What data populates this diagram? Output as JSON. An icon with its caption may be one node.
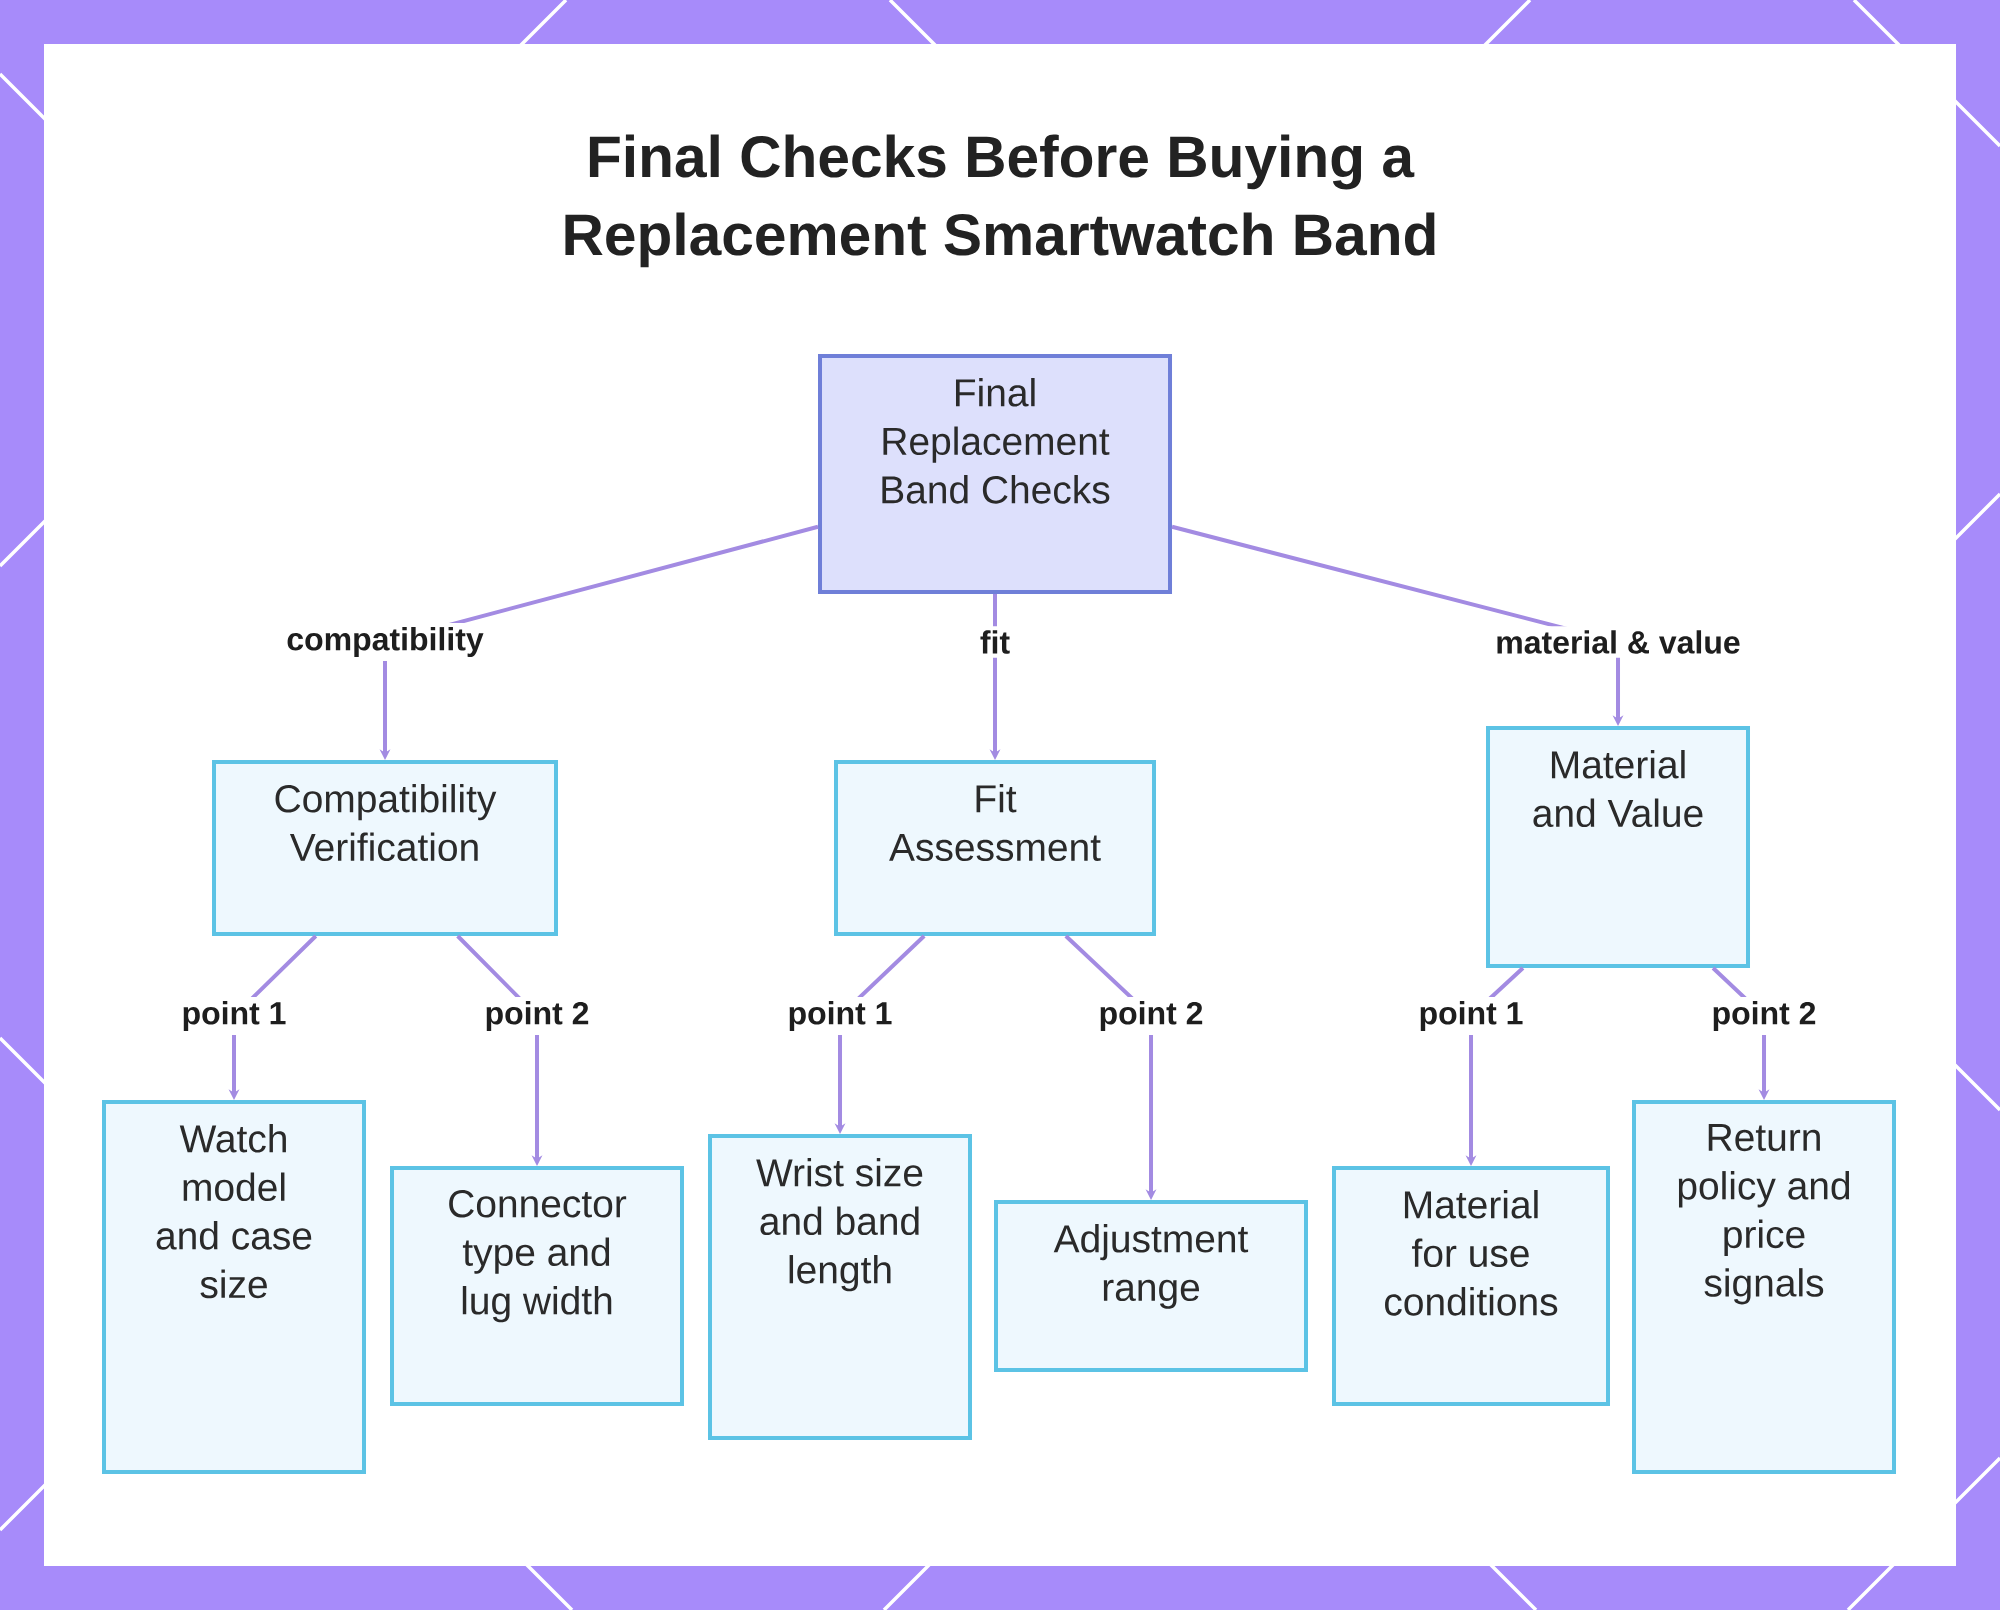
{
  "diagram": {
    "title": "Final Checks Before Buying a Replacement Smartwatch Band",
    "nodes": [
      {
        "text": [
          "Final Replacement Band Checks"
        ]
      },
      {
        "text": [
          "Compatibility Verification"
        ]
      },
      {
        "text": [
          "Fit Assessment"
        ]
      },
      {
        "text": [
          "Material and Value"
        ]
      },
      {
        "text": [
          "Watch model and case size"
        ]
      },
      {
        "text": [
          "Connector type and lug width"
        ]
      },
      {
        "text": [
          "Wrist size and band length"
        ]
      },
      {
        "text": [
          "Adjustment range"
        ]
      },
      {
        "text": [
          "Material for use conditions"
        ]
      },
      {
        "text": [
          "Return policy and price signals"
        ]
      }
    ],
    "edges": [
      {
        "from": 0,
        "to": 1,
        "arrow": "to",
        "label": "compatibility"
      },
      {
        "from": 0,
        "to": 2,
        "arrow": "to",
        "label": "fit"
      },
      {
        "from": 0,
        "to": 3,
        "arrow": "to",
        "label": "material & value"
      },
      {
        "from": 1,
        "to": 4,
        "arrow": "to",
        "label": "point 1"
      },
      {
        "from": 1,
        "to": 5,
        "arrow": "to",
        "label": "point 2"
      },
      {
        "from": 2,
        "to": 6,
        "arrow": "to",
        "label": "point 1"
      },
      {
        "from": 2,
        "to": 7,
        "arrow": "to",
        "label": "point 2"
      },
      {
        "from": 3,
        "to": 8,
        "arrow": "to",
        "label": "point 1"
      },
      {
        "from": 3,
        "to": 9,
        "arrow": "to",
        "label": "point 2"
      }
    ]
  }
}
